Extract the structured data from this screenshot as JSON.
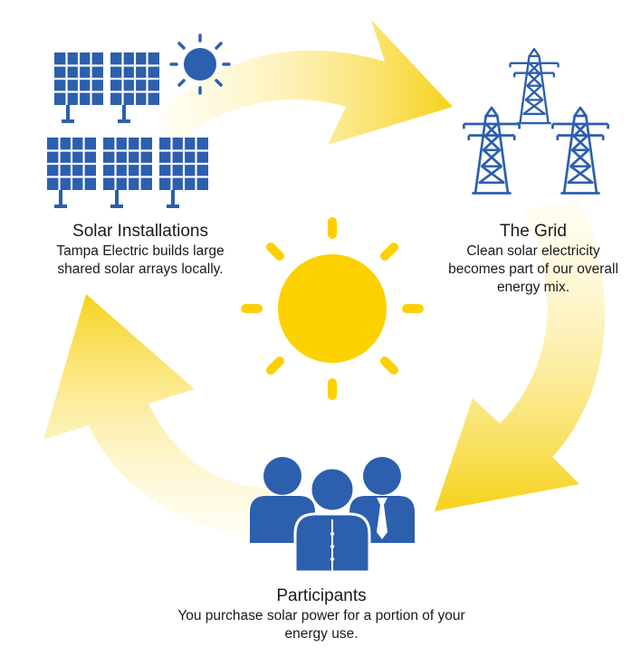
{
  "nodes": {
    "solar": {
      "title": "Solar Installations",
      "description": "Tampa Electric builds large shared solar arrays locally."
    },
    "grid": {
      "title": "The Grid",
      "description": "Clean solar electricity becomes part of our overall energy mix."
    },
    "participants": {
      "title": "Participants",
      "description": "You purchase solar power for a portion of your energy use."
    }
  },
  "colors": {
    "arrow": "#f6d21a",
    "sun": "#fdd000",
    "icon_blue": "#2c5fae",
    "text": "#1a1a1a"
  },
  "icons": [
    "solar-panel-icon",
    "small-sun-icon",
    "transmission-tower-icon",
    "people-group-icon",
    "sun-icon"
  ]
}
